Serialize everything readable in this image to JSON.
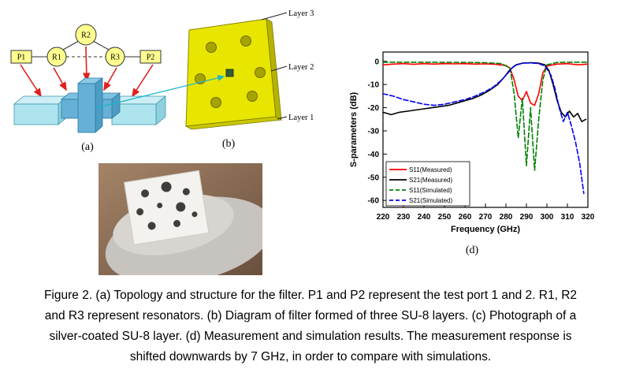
{
  "colors": {
    "node_yellow": "#ffff8f",
    "plate_yellow": "#e8e500",
    "block_cyan": "#aee4ee",
    "cross_blue": "#65b0d4",
    "arrow_red": "#e02020",
    "connector_cyan": "#1bb7c9"
  },
  "panel_a": {
    "label": "(a)",
    "ports": {
      "p1": "P1",
      "p2": "P2"
    },
    "resonators": {
      "r1": "R1",
      "r2": "R2",
      "r3": "R3"
    }
  },
  "panel_b": {
    "label": "(b)",
    "layers": {
      "layer3": "Layer 3",
      "layer2": "Layer 2",
      "layer1": "Layer 1"
    }
  },
  "panel_d": {
    "label": "(d)"
  },
  "chart_data": {
    "type": "line",
    "title": "",
    "xlabel": "Frequency (GHz)",
    "ylabel": "S-parameters (dB)",
    "xlim": [
      220,
      320
    ],
    "ylim": [
      -63,
      4
    ],
    "xticks": [
      220,
      230,
      240,
      250,
      260,
      270,
      280,
      290,
      300,
      310,
      320
    ],
    "yticks": [
      0,
      -10,
      -20,
      -30,
      -40,
      -50,
      -60
    ],
    "grid": false,
    "legend_position": "lower-left",
    "series": [
      {
        "name": "S11(Measured)",
        "color": "#ff0000",
        "style": "solid",
        "x": [
          220,
          225,
          230,
          235,
          240,
          245,
          250,
          255,
          260,
          265,
          270,
          275,
          280,
          282,
          284,
          286,
          288,
          290,
          292,
          294,
          296,
          298,
          300,
          305,
          310,
          315,
          320
        ],
        "y": [
          -1.5,
          -1.2,
          -1.0,
          -1.3,
          -1.0,
          -1.2,
          -1.0,
          -1.1,
          -1.0,
          -1.2,
          -1.1,
          -1.3,
          -1.8,
          -3,
          -8,
          -15,
          -17,
          -13,
          -18,
          -19,
          -14,
          -5,
          -2,
          -1.2,
          -1.0,
          -1.5,
          -1.2
        ]
      },
      {
        "name": "S21(Measured)",
        "color": "#000000",
        "style": "solid",
        "x": [
          220,
          224,
          228,
          232,
          236,
          240,
          244,
          248,
          252,
          256,
          260,
          264,
          268,
          272,
          276,
          279,
          282,
          285,
          288,
          292,
          296,
          299,
          301,
          303,
          305,
          307,
          309,
          311,
          313,
          315,
          317,
          319
        ],
        "y": [
          -22,
          -23,
          -22,
          -21.5,
          -21,
          -20.5,
          -20,
          -19.5,
          -19,
          -18,
          -17,
          -16,
          -14.5,
          -12.5,
          -10,
          -7,
          -3.5,
          -1.5,
          -0.8,
          -0.6,
          -0.8,
          -1.5,
          -4,
          -10,
          -17,
          -22,
          -24,
          -21.5,
          -24,
          -22.5,
          -26,
          -25
        ]
      },
      {
        "name": "S11(Simulated)",
        "color": "#008000",
        "style": "dashed",
        "x": [
          220,
          240,
          260,
          270,
          278,
          282,
          284,
          286,
          288,
          290,
          292,
          294,
          296,
          298,
          300,
          305,
          310,
          320
        ],
        "y": [
          -0.4,
          -0.4,
          -0.5,
          -0.6,
          -1,
          -3,
          -14,
          -33,
          -16,
          -45,
          -20,
          -47,
          -25,
          -8,
          -1.5,
          -0.5,
          -0.4,
          -0.4
        ]
      },
      {
        "name": "S21(Simulated)",
        "color": "#0000ff",
        "style": "dashed",
        "x": [
          220,
          225,
          230,
          235,
          240,
          245,
          250,
          255,
          260,
          265,
          270,
          274,
          278,
          281,
          284,
          288,
          292,
          296,
          299,
          302,
          304,
          306,
          308,
          310,
          312,
          314,
          316,
          318
        ],
        "y": [
          -14,
          -15,
          -16.5,
          -17.5,
          -18.5,
          -19,
          -18.5,
          -17.5,
          -16.5,
          -15,
          -13,
          -11,
          -8,
          -5,
          -2,
          -0.8,
          -0.7,
          -1,
          -2,
          -6,
          -12,
          -20,
          -26,
          -22,
          -28,
          -35,
          -44,
          -57
        ]
      }
    ]
  },
  "caption": {
    "lines": [
      "Figure 2. (a) Topology and structure for the filter. P1 and P2 represent the test port 1 and 2. R1, R2",
      "and R3 represent resonators. (b) Diagram of filter formed of three SU-8 layers. (c) Photograph of a",
      "silver-coated SU-8 layer. (d) Measurement and simulation results. The measurement response is",
      "shifted downwards by 7 GHz, in order to compare with simulations."
    ]
  }
}
